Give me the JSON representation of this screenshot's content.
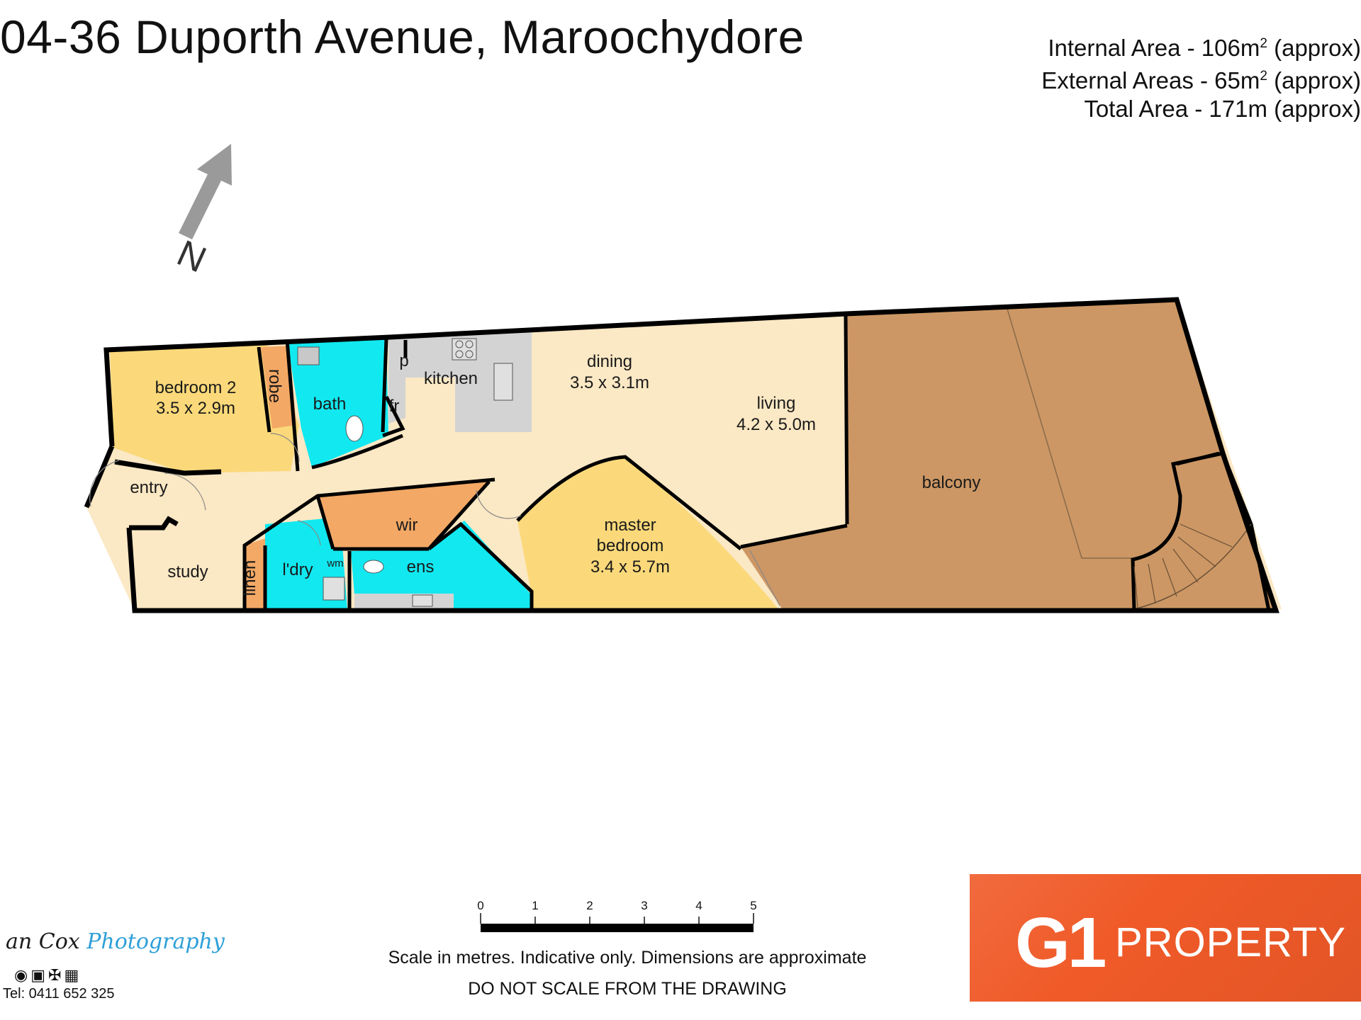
{
  "header": {
    "title": "04-36 Duporth Avenue, Maroochydore",
    "internal_area": "Internal Area - 106m",
    "internal_area_sup": "2",
    "internal_area_tail": " (approx)",
    "external_area": "External Areas - 65m",
    "external_area_sup": "2",
    "external_area_tail": " (approx)",
    "total_area": "Total Area - 171m (approx)"
  },
  "compass": {
    "label": "N"
  },
  "rooms": {
    "bedroom2": {
      "name": "bedroom 2",
      "dims": "3.5 x 2.9m"
    },
    "robe": {
      "name": "robe"
    },
    "bath": {
      "name": "bath"
    },
    "pantry": {
      "name": "p"
    },
    "fridge": {
      "name": "fr"
    },
    "kitchen": {
      "name": "kitchen"
    },
    "dining": {
      "name": "dining",
      "dims": "3.5 x 3.1m"
    },
    "living": {
      "name": "living",
      "dims": "4.2 x 5.0m"
    },
    "balcony": {
      "name": "balcony"
    },
    "entry": {
      "name": "entry"
    },
    "study": {
      "name": "study"
    },
    "wir": {
      "name": "wir"
    },
    "linen": {
      "name": "linen"
    },
    "laundry": {
      "name": "l'dry"
    },
    "wm": {
      "name": "wm"
    },
    "ensuite": {
      "name": "ens"
    },
    "master": {
      "name_line1": "master",
      "name_line2": "bedroom",
      "dims": "3.4 x 5.7m"
    }
  },
  "colors": {
    "bedroom": "#fbd97a",
    "living": "#fbe8c4",
    "wet": "#12e8f0",
    "robe": "#f3a865",
    "balcony": "#cc9764",
    "kitchen": "#d3d3d3",
    "wall": "#000000",
    "brand": "#f05a28"
  },
  "scale": {
    "ticks": [
      "0",
      "1",
      "2",
      "3",
      "4",
      "5"
    ],
    "note": "Scale in metres. Indicative only. Dimensions are approximate",
    "warning": "DO NOT SCALE FROM THE DRAWING"
  },
  "photographer": {
    "name_part": "an Cox",
    "name_script": "Photography",
    "icons": "camera-icon video-icon drone-icon floorplan-icon",
    "tel": "Tel: 0411 652 325"
  },
  "brand": {
    "mark": "G1",
    "word": "PROPERTY"
  }
}
